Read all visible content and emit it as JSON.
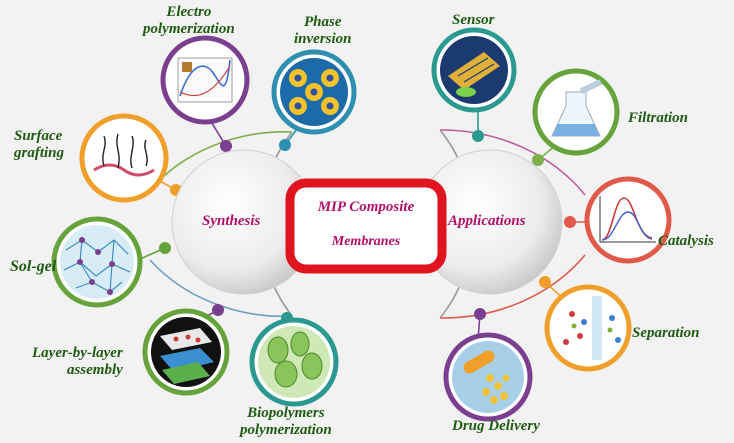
{
  "center": {
    "line1": "MIP Composite",
    "line2": "Membranes",
    "frame_color": "#e0141e"
  },
  "hubs": {
    "left": "Synthesis",
    "right": "Applications"
  },
  "synthesis": [
    {
      "line1": "Electro",
      "line2": "polymerization"
    },
    {
      "line1": "Phase",
      "line2": "inversion"
    },
    {
      "line1": "Surface",
      "line2": "grafting"
    },
    {
      "line1": "Sol-gel",
      "line2": ""
    },
    {
      "line1": "Layer-by-layer",
      "line2": "assembly"
    },
    {
      "line1": "Biopolymers",
      "line2": "polymerization"
    }
  ],
  "applications": [
    {
      "line1": "Sensor"
    },
    {
      "line1": "Filtration"
    },
    {
      "line1": "Catalysis"
    },
    {
      "line1": "Separation"
    },
    {
      "line1": "Drug Delivery"
    }
  ],
  "colors": {
    "label_green": "#1f5a12",
    "hub_text": "#b0106a",
    "ring_purple": "#7a3f8f",
    "ring_blue": "#2e8fb0",
    "ring_orange": "#f0a02a",
    "ring_green": "#66a33a",
    "ring_teal": "#2a9a90",
    "ring_red": "#e05a4a"
  }
}
